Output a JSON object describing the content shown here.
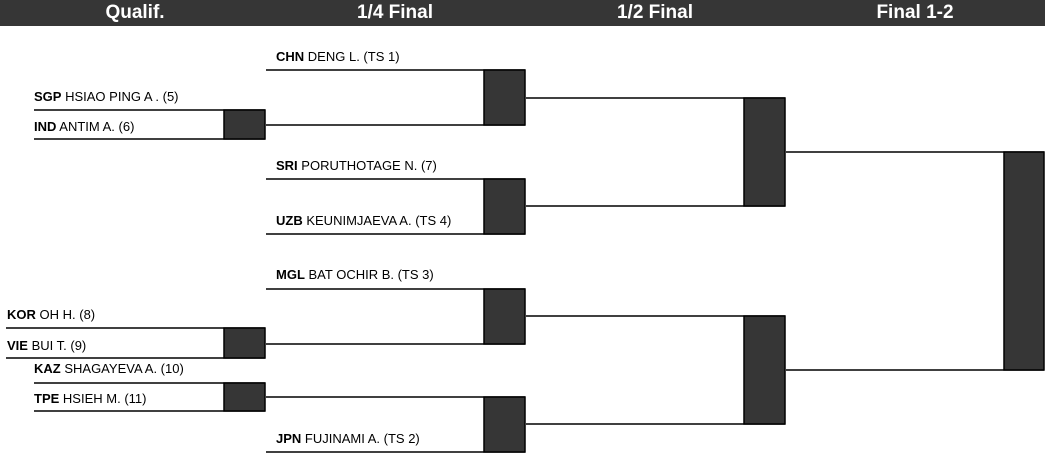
{
  "rounds": [
    "Qualif.",
    "1/4 Final",
    "1/2 Final",
    "Final 1-2"
  ],
  "players": {
    "sgp": {
      "code": "SGP",
      "name": "HSIAO PING A . (5)"
    },
    "ind": {
      "code": "IND",
      "name": "ANTIM A. (6)"
    },
    "kor": {
      "code": "KOR",
      "name": "OH H. (8)"
    },
    "vie": {
      "code": "VIE",
      "name": "BUI T. (9)"
    },
    "kaz": {
      "code": "KAZ",
      "name": "SHAGAYEVA A. (10)"
    },
    "tpe": {
      "code": "TPE",
      "name": "HSIEH M. (11)"
    },
    "chn": {
      "code": "CHN",
      "name": "DENG L. (TS 1)"
    },
    "sri": {
      "code": "SRI",
      "name": "PORUTHOTAGE N. (7)"
    },
    "uzb": {
      "code": "UZB",
      "name": "KEUNIMJAEVA A. (TS 4)"
    },
    "mgl": {
      "code": "MGL",
      "name": "BAT OCHIR B. (TS 3)"
    },
    "jpn": {
      "code": "JPN",
      "name": "FUJINAMI A. (TS 2)"
    }
  },
  "colors": {
    "header_bg": "#363636",
    "header_text": "#ffffff",
    "box_fill": "#363636",
    "line": "#000000"
  }
}
